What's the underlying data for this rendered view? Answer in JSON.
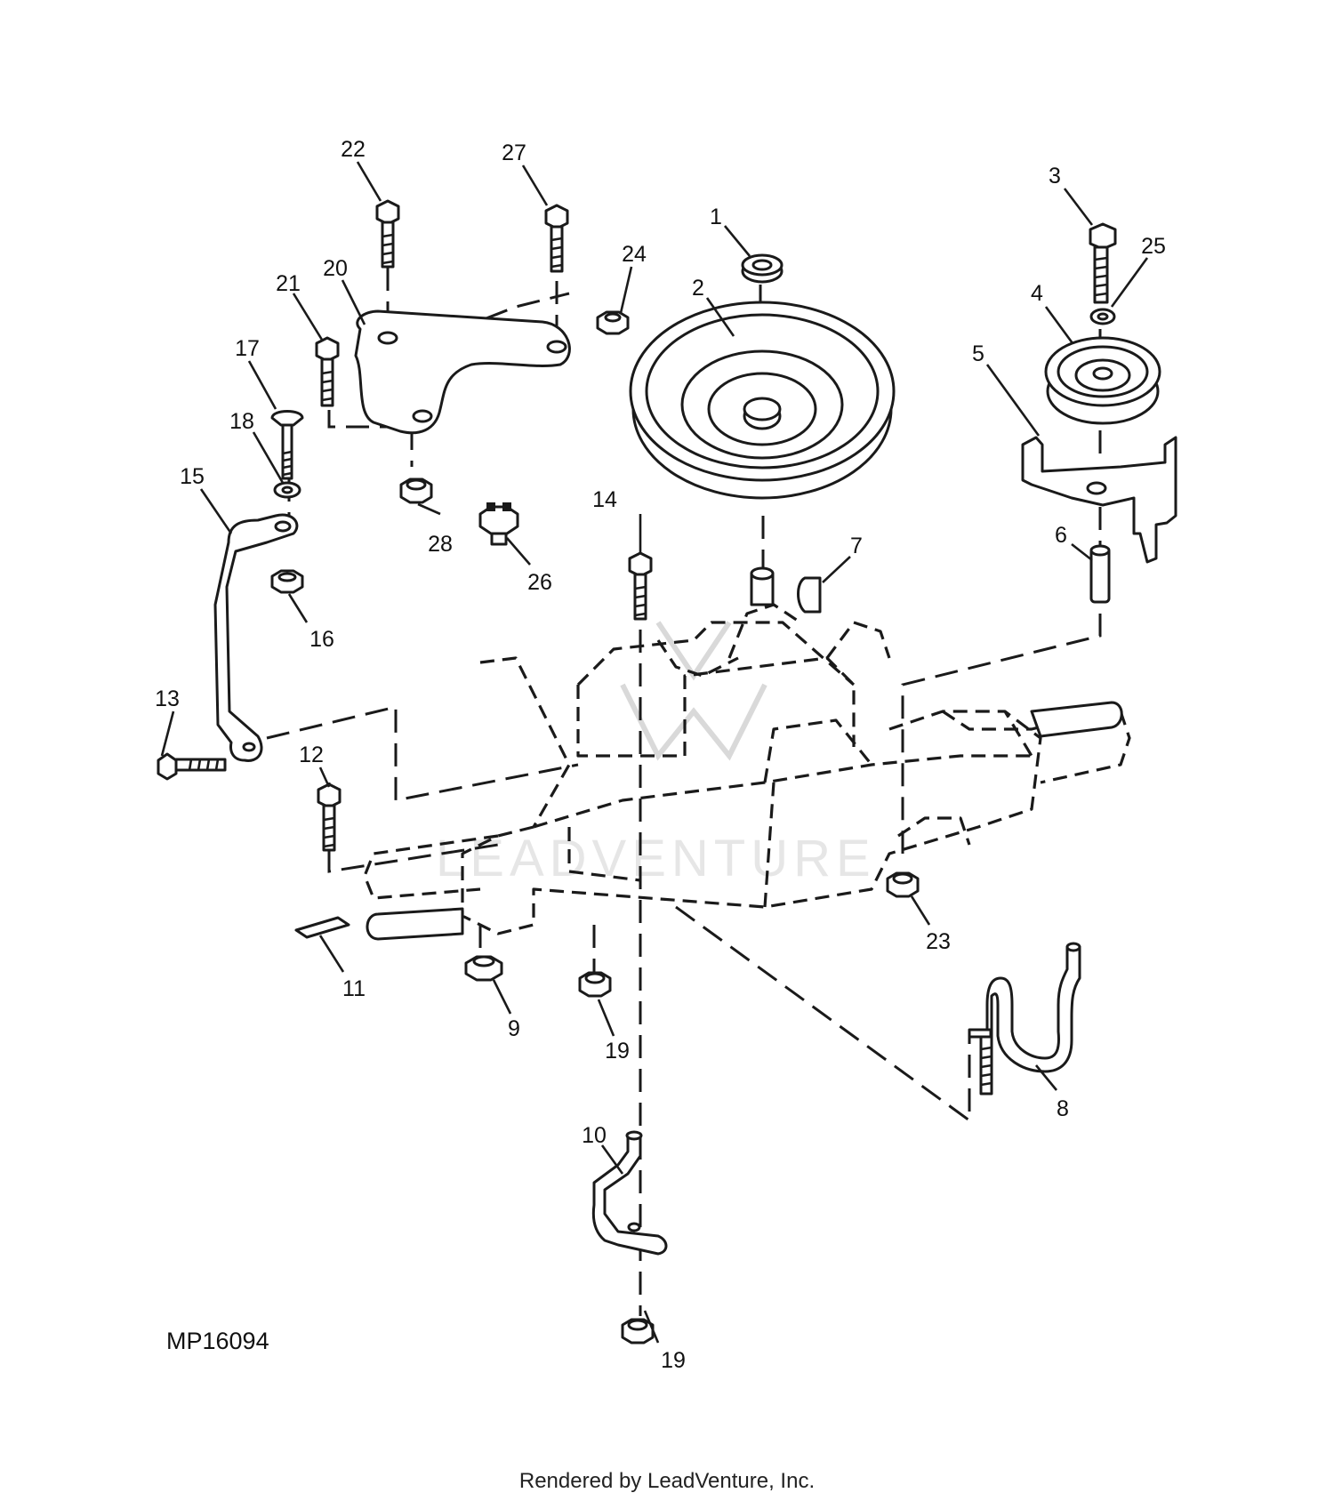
{
  "diagram": {
    "id_label": "MP16094",
    "callouts": [
      "1",
      "2",
      "3",
      "4",
      "5",
      "6",
      "7",
      "8",
      "9",
      "10",
      "11",
      "12",
      "13",
      "14",
      "15",
      "16",
      "17",
      "18",
      "19",
      "19",
      "20",
      "21",
      "22",
      "23",
      "24",
      "25",
      "26",
      "27",
      "28"
    ]
  },
  "watermark": {
    "text": "LEADVENTURE"
  },
  "footer": {
    "text": "Rendered by LeadVenture, Inc."
  }
}
